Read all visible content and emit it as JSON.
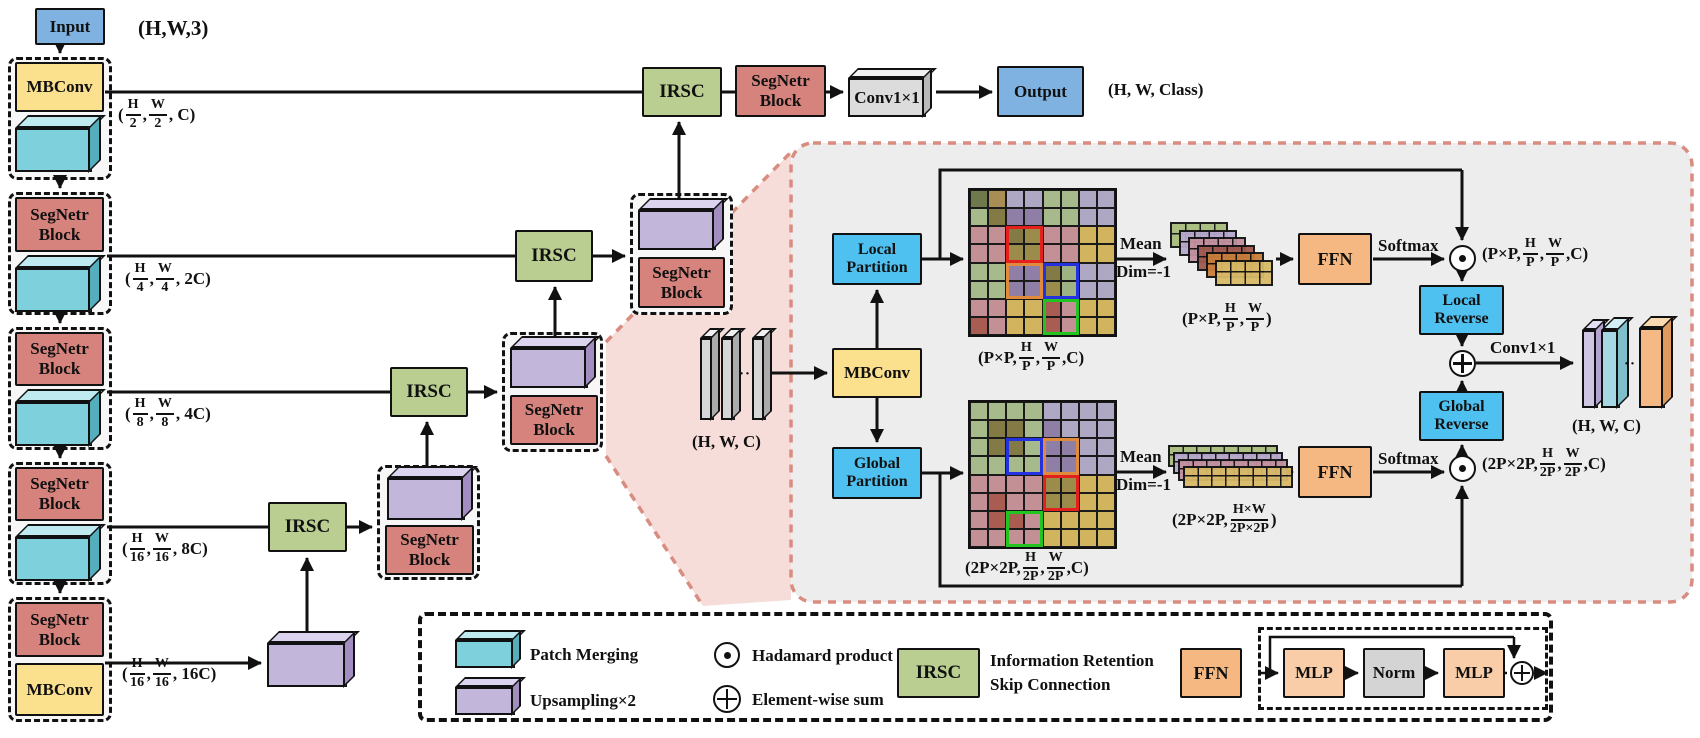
{
  "blocks": {
    "input": "Input",
    "output": "Output",
    "mbconv": "MBConv",
    "segnetr": "SegNetr Block",
    "irsc": "IRSC",
    "conv1x1": "Conv1×1",
    "local_partition": "Local Partition",
    "global_partition": "Global Partition",
    "local_reverse": "Local Reverse",
    "global_reverse": "Global Reverse",
    "ffn": "FFN",
    "mlp": "MLP",
    "norm": "Norm"
  },
  "labels": {
    "input_dim": "(H,W,3)",
    "output_dim": "(H, W, Class)",
    "hwc_in": "(H, W, C)",
    "hwc_out": "(H, W, C)",
    "mean": "Mean",
    "dim": "Dim=-1",
    "softmax": "Softmax",
    "conv_label": "Conv1×1",
    "enc1": [
      [
        "t",
        "("
      ],
      [
        "f",
        "H",
        "2"
      ],
      [
        "t",
        ","
      ],
      [
        "f",
        "W",
        "2"
      ],
      [
        "t",
        ", C)"
      ]
    ],
    "enc2": [
      [
        "t",
        "("
      ],
      [
        "f",
        "H",
        "4"
      ],
      [
        "t",
        ","
      ],
      [
        "f",
        "W",
        "4"
      ],
      [
        "t",
        ", 2C)"
      ]
    ],
    "enc3": [
      [
        "t",
        "("
      ],
      [
        "f",
        "H",
        "8"
      ],
      [
        "t",
        ","
      ],
      [
        "f",
        "W",
        "8"
      ],
      [
        "t",
        ", 4C)"
      ]
    ],
    "enc4": [
      [
        "t",
        "("
      ],
      [
        "f",
        "H",
        "16"
      ],
      [
        "t",
        ","
      ],
      [
        "f",
        "W",
        "16"
      ],
      [
        "t",
        ", 8C)"
      ]
    ],
    "enc5": [
      [
        "t",
        "("
      ],
      [
        "f",
        "H",
        "16"
      ],
      [
        "t",
        ","
      ],
      [
        "f",
        "W",
        "16"
      ],
      [
        "t",
        ", 16C)"
      ]
    ],
    "local_grid": [
      [
        "t",
        "(P×P,"
      ],
      [
        "f",
        "H",
        "P"
      ],
      [
        "t",
        ","
      ],
      [
        "f",
        "W",
        "P"
      ],
      [
        "t",
        ",C)"
      ]
    ],
    "local_stack": [
      [
        "t",
        "(P×P,"
      ],
      [
        "f",
        "H",
        "P"
      ],
      [
        "t",
        ","
      ],
      [
        "f",
        "W",
        "P"
      ],
      [
        "t",
        ")"
      ]
    ],
    "local_hadamard": [
      [
        "t",
        "(P×P,"
      ],
      [
        "f",
        "H",
        "P"
      ],
      [
        "t",
        ","
      ],
      [
        "f",
        "W",
        "P"
      ],
      [
        "t",
        ",C)"
      ]
    ],
    "global_grid": [
      [
        "t",
        "(2P×2P,"
      ],
      [
        "f",
        "H",
        "2P"
      ],
      [
        "t",
        ","
      ],
      [
        "f",
        "W",
        "2P"
      ],
      [
        "t",
        ",C)"
      ]
    ],
    "global_stack": [
      [
        "t",
        "(2P×2P,"
      ],
      [
        "f",
        "H×W",
        "2P×2P"
      ],
      [
        "t",
        ")"
      ]
    ],
    "global_hadamard": [
      [
        "t",
        "(2P×2P,"
      ],
      [
        "f",
        "H",
        "2P"
      ],
      [
        "t",
        ","
      ],
      [
        "f",
        "W",
        "2P"
      ],
      [
        "t",
        ",C)"
      ]
    ]
  },
  "legend": {
    "patch_merging": "Patch Merging",
    "upsampling": "Upsampling×2",
    "hadamard": "Hadamard product",
    "elementwise": "Element-wise sum",
    "irsc_label": "IRSC",
    "irsc_desc1": "Information Retention",
    "irsc_desc2": "Skip Connection",
    "ffn_label": "FFN"
  },
  "colors": {
    "blue": "#7FB2E0",
    "yellow": "#FBE08D",
    "salmon": "#D6837D",
    "green": "#B9CE90",
    "sky": "#4FC1F1",
    "orange": "#F6B882",
    "mlp": "#F8CDA8",
    "norm": "#D4D4D4",
    "cyan": "#7ED0DC",
    "purple": "#C3B6DB",
    "panel_bg": "#EDEDEE",
    "panel_border": "#D98C80",
    "fan": "#F6DDD9"
  },
  "grids": {
    "local": {
      "cells": [
        [
          "#6E7A4C",
          "#A88E55",
          "#AFA8C5",
          "#AFA8C5",
          "#A6BA8C",
          "#A6BA8C",
          "#AFA8C5",
          "#AFA8C5"
        ],
        [
          "#A6BA8C",
          "#837A45",
          "#8F7EA6",
          "#8F7EA6",
          "#A6BA8C",
          "#A6BA8C",
          "#AFA8C5",
          "#AFA8C5"
        ],
        [
          "#C29095",
          "#C29095",
          "#837A45",
          "#9C8C4B",
          "#C29095",
          "#C29095",
          "#D2B45F",
          "#D2B45F"
        ],
        [
          "#C29095",
          "#C29095",
          "#9C8C4B",
          "#9C8C4B",
          "#C29095",
          "#C29095",
          "#D2B45F",
          "#D2B45F"
        ],
        [
          "#A6BA8C",
          "#A6BA8C",
          "#8F7EA6",
          "#8F7EA6",
          "#837A45",
          "#9DB383",
          "#AFA8C5",
          "#AFA8C5"
        ],
        [
          "#A6BA8C",
          "#A6BA8C",
          "#8F7EA6",
          "#8F7EA6",
          "#9C8C4B",
          "#9DB383",
          "#AFA8C5",
          "#AFA8C5"
        ],
        [
          "#C29095",
          "#C29095",
          "#D2B45F",
          "#D2B45F",
          "#A85C52",
          "#C29095",
          "#D2B45F",
          "#D2B45F"
        ],
        [
          "#A85C52",
          "#C29095",
          "#D2B45F",
          "#D2B45F",
          "#A85C52",
          "#C29095",
          "#D2B45F",
          "#D2B45F"
        ]
      ],
      "overlays": [
        {
          "color": "#E3201B",
          "row": 3,
          "col": 3,
          "rows": 2,
          "cols": 2
        },
        {
          "color": "#E08B3B",
          "row": 5,
          "col": 3,
          "rows": 2,
          "cols": 2
        },
        {
          "color": "#2331E0",
          "row": 5,
          "col": 5,
          "rows": 2,
          "cols": 2
        },
        {
          "color": "#22C51F",
          "row": 7,
          "col": 5,
          "rows": 2,
          "cols": 2
        }
      ]
    },
    "global": {
      "cells": [
        [
          "#A6BA8C",
          "#A6BA8C",
          "#A6BA8C",
          "#A6BA8C",
          "#AFA8C5",
          "#AFA8C5",
          "#AFA8C5",
          "#AFA8C5"
        ],
        [
          "#A6BA8C",
          "#837A45",
          "#837A45",
          "#A6BA8C",
          "#8F7EA6",
          "#AFA8C5",
          "#AFA8C5",
          "#AFA8C5"
        ],
        [
          "#A6BA8C",
          "#837A45",
          "#837A45",
          "#A6BA8C",
          "#8F7EA6",
          "#8F7EA6",
          "#AFA8C5",
          "#AFA8C5"
        ],
        [
          "#A6BA8C",
          "#A6BA8C",
          "#A6BA8C",
          "#A6BA8C",
          "#8F7EA6",
          "#8F7EA6",
          "#AFA8C5",
          "#AFA8C5"
        ],
        [
          "#C29095",
          "#C29095",
          "#C29095",
          "#C29095",
          "#9C8C4B",
          "#9C8C4B",
          "#D2B45F",
          "#D2B45F"
        ],
        [
          "#C29095",
          "#A85C52",
          "#C29095",
          "#C29095",
          "#9C8C4B",
          "#9C8C4B",
          "#D2B45F",
          "#D2B45F"
        ],
        [
          "#C29095",
          "#A85C52",
          "#A85C52",
          "#C29095",
          "#D2B45F",
          "#D2B45F",
          "#D2B45F",
          "#D2B45F"
        ],
        [
          "#C29095",
          "#C29095",
          "#C29095",
          "#C29095",
          "#D2B45F",
          "#D2B45F",
          "#D2B45F",
          "#D2B45F"
        ]
      ],
      "overlays": [
        {
          "color": "#2331E0",
          "row": 3,
          "col": 3,
          "rows": 2,
          "cols": 2
        },
        {
          "color": "#E08B3B",
          "row": 3,
          "col": 5,
          "rows": 2,
          "cols": 2
        },
        {
          "color": "#E3201B",
          "row": 5,
          "col": 5,
          "rows": 2,
          "cols": 2
        },
        {
          "color": "#22C51F",
          "row": 7,
          "col": 3,
          "rows": 2,
          "cols": 2
        }
      ]
    }
  },
  "stacks": {
    "local": [
      "#A9BD7E",
      "#B7A8CD",
      "#C391A0",
      "#A05A50",
      "#C97E3A",
      "#D9BA67"
    ],
    "global": [
      "#A9BD7E",
      "#B7A8CD",
      "#C391A0",
      "#D9BA67"
    ]
  }
}
